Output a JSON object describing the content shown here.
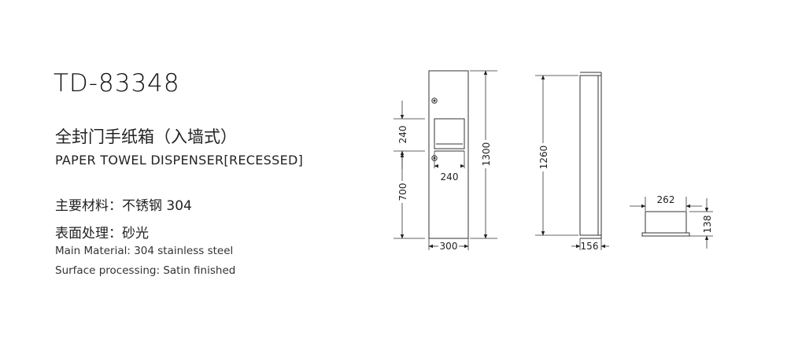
{
  "model": "TD-83348",
  "title_cn": "全封门手纸箱（入墙式）",
  "title_en": "PAPER TOWEL DISPENSER[RECESSED]",
  "material_cn": "主要材料：不锈钢 304",
  "surface_cn": "表面处理：砂光",
  "material_en": "Main Material: 304 stainless steel",
  "surface_en": "Surface processing: Satin finished",
  "dimensions": {
    "front_opening_height": "240",
    "front_bottom_height": "700",
    "front_opening_width": "240",
    "front_total_height": "1300",
    "front_width": "300",
    "side_height": "1260",
    "side_depth": "156",
    "top_width": "262",
    "top_depth": "138"
  }
}
